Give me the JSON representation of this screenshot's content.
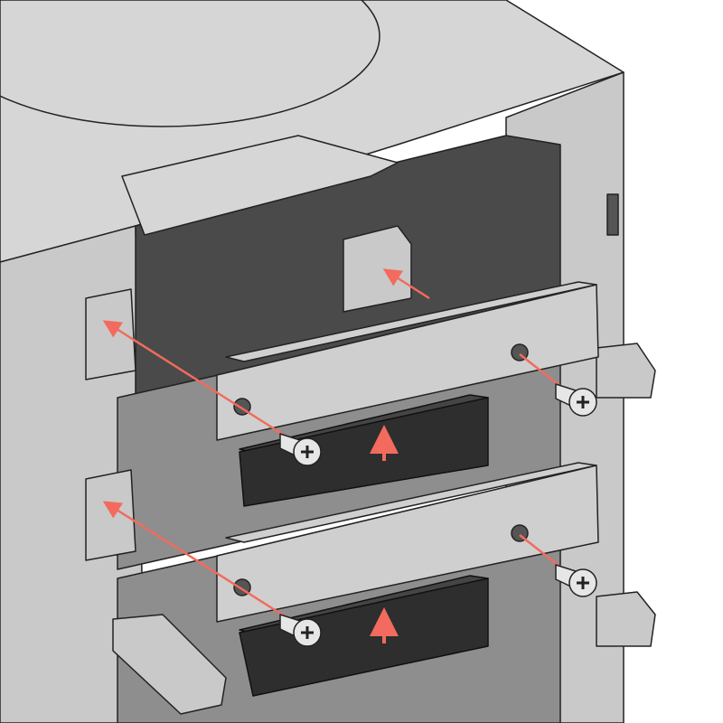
{
  "colors": {
    "background": "#ffffff",
    "housing": "#c9c9c9",
    "housing_light": "#d6d6d6",
    "housing_dark": "#8e8e8e",
    "cavity": "#4a4a4a",
    "plate": "#cfcfcf",
    "plate_edge": "#a9a9a9",
    "bar": "#2e2e2e",
    "bar_top": "#454545",
    "arrow": "#f26b5e",
    "screw": "#e6e6e6",
    "outline": "#222222"
  },
  "assembly": {
    "plates": 2,
    "sensor_bars": 2,
    "screws": 4
  }
}
